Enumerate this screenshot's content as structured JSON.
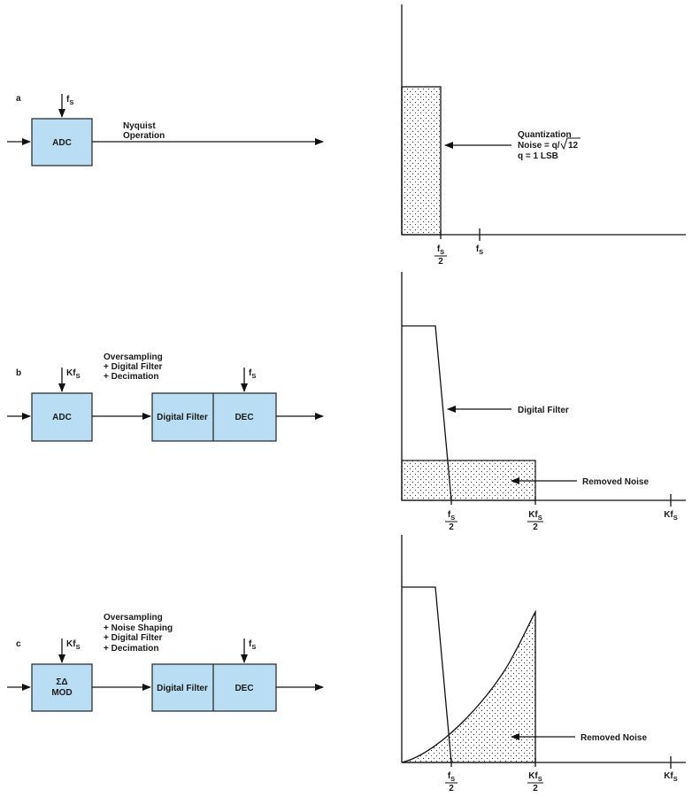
{
  "colors": {
    "block_fill": "#b9ddf3",
    "stroke": "#111111",
    "noise_dots": "#333333"
  },
  "panel_a": {
    "letter": "a",
    "clock": "f",
    "clock_sub": "S",
    "adc": "ADC",
    "path_label_1": "Nyquist",
    "path_label_2": "Operation",
    "noise_1": "Quantization",
    "noise_2": "Noise = q/",
    "noise_2_root": "12",
    "noise_3": "q = 1 LSB",
    "tick1_num": "f",
    "tick1_sub": "S",
    "tick1_den": "2",
    "tick2": "f",
    "tick2_sub": "S"
  },
  "panel_b": {
    "letter": "b",
    "clock": "Kf",
    "clock_sub": "S",
    "adc": "ADC",
    "desc_1": "Oversampling",
    "desc_2": "+ Digital Filter",
    "desc_3": "+ Decimation",
    "filter": "Digital Filter",
    "dec": "DEC",
    "dec_clock": "f",
    "dec_clock_sub": "S",
    "filter_label": "Digital Filter",
    "noise_label": "Removed Noise",
    "tick1_num": "f",
    "tick1_sub": "S",
    "tick1_den": "2",
    "tick2_num": "Kf",
    "tick2_sub": "S",
    "tick2_den": "2",
    "tick3": "Kf",
    "tick3_sub": "S"
  },
  "panel_c": {
    "letter": "c",
    "clock": "Kf",
    "clock_sub": "S",
    "mod_1": "ΣΔ",
    "mod_2": "MOD",
    "desc_1": "Oversampling",
    "desc_2": "+ Noise Shaping",
    "desc_3": "+ Digital Filter",
    "desc_4": "+ Decimation",
    "filter": "Digital Filter",
    "dec": "DEC",
    "dec_clock": "f",
    "dec_clock_sub": "S",
    "noise_label": "Removed Noise",
    "tick1_num": "f",
    "tick1_sub": "S",
    "tick1_den": "2",
    "tick2_num": "Kf",
    "tick2_sub": "S",
    "tick2_den": "2",
    "tick3": "Kf",
    "tick3_sub": "S"
  }
}
